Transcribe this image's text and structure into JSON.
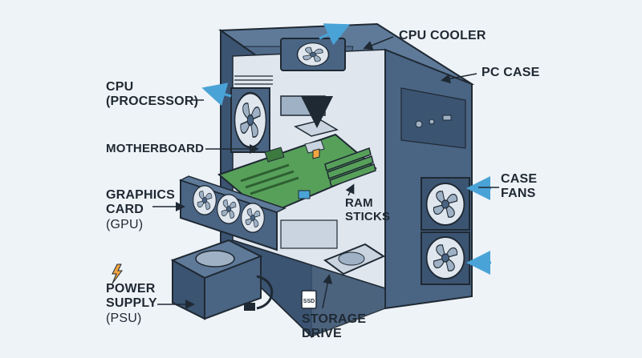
{
  "labels": {
    "cpu_cooler": "CPU COOLER",
    "pc_case": "PC CASE",
    "cpu": {
      "line1": "CPU",
      "line2": "(PROCESSOR)"
    },
    "motherboard": "MOTHERBOARD",
    "graphics_card": {
      "line1": "GRAPHICS",
      "line2": "CARD",
      "line3": "(GPU)"
    },
    "ram_sticks": {
      "line1": "RAM",
      "line2": "STICKS"
    },
    "case_fans": {
      "line1": "CASE",
      "line2": "FANS"
    },
    "power_supply": {
      "line1": "POWER",
      "line2": "SUPPLY",
      "line3": "(PSU)"
    },
    "storage_drive": {
      "line1": "STORAGE",
      "line2": "DRIVE"
    },
    "ssd_badge": "SSD"
  },
  "colors": {
    "background": "#eef3f7",
    "case_body": "#4a6483",
    "case_side": "#3b5472",
    "case_top": "#5f7a99",
    "interior": "#dfe6ee",
    "motherboard": "#57a05a",
    "airflow_arrow": "#4aa3d6",
    "power_bolt": "#f2a541",
    "outline": "#1f2933"
  },
  "icons": [
    "fan-icon",
    "lightning-bolt-icon",
    "airflow-arrow-icon",
    "ssd-icon"
  ]
}
